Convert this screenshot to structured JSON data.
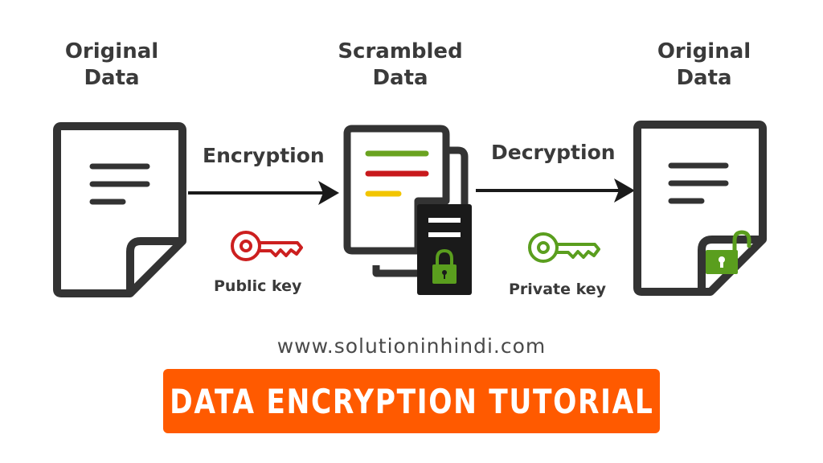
{
  "stages": {
    "original": {
      "line1": "Original",
      "line2": "Data"
    },
    "scrambled": {
      "line1": "Scrambled",
      "line2": "Data"
    },
    "restored": {
      "line1": "Original",
      "line2": "Data"
    }
  },
  "arrows": {
    "encryption": "Encryption",
    "decryption": "Decryption"
  },
  "keys": {
    "public": "Public key",
    "private": "Private key"
  },
  "footer": {
    "website": "www.solutioninhindi.com",
    "banner": "DATA ENCRYPTION TUTORIAL"
  },
  "colors": {
    "outline": "#333333",
    "public_key": "#cc1f1f",
    "private_key": "#5a9e1e",
    "lock": "#5a9e1e",
    "banner": "#ff5a00",
    "scramble_line_1": "#6aa320",
    "scramble_line_2": "#c8191c",
    "scramble_line_3": "#f2c500"
  },
  "icons": {
    "document": "document-icon",
    "scrambled_document": "scrambled-document-icon",
    "lock": "lock-icon",
    "unlock": "unlock-icon",
    "key": "key-icon"
  }
}
